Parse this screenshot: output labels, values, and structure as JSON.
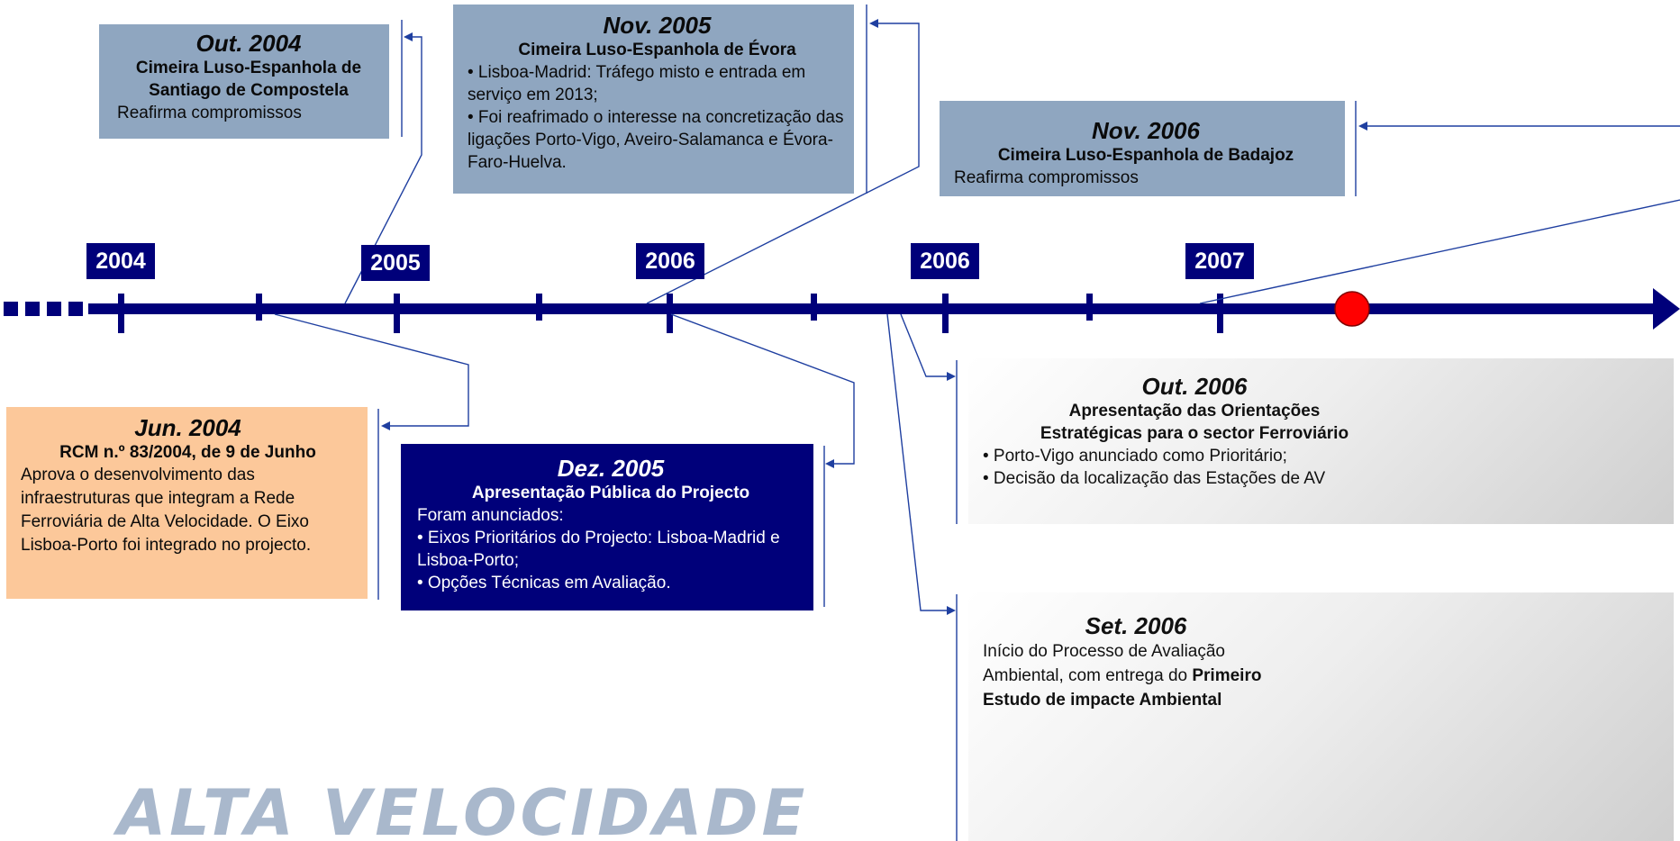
{
  "timeline": {
    "years": [
      "2004",
      "2005",
      "2006",
      "2006",
      "2007"
    ]
  },
  "events": {
    "oct2004": {
      "date": "Out. 2004",
      "heading": [
        "Cimeira Luso-Espanhola de",
        "Santiago de Compostela"
      ],
      "text": "Reafirma compromissos"
    },
    "nov2005": {
      "date": "Nov. 2005",
      "heading": "Cimeira Luso-Espanhola de Évora",
      "items": [
        "• Lisboa-Madrid: Tráfego misto e entrada em serviço em 2013;",
        "• Foi reafrimado o interesse na concretização das ligações Porto-Vigo, Aveiro-Salamanca e Évora-Faro-Huelva."
      ]
    },
    "nov2006": {
      "date": "Nov. 2006",
      "heading": "Cimeira Luso-Espanhola de Badajoz",
      "text": "Reafirma compromissos"
    },
    "jun2004": {
      "date": "Jun.  2004",
      "heading": "RCM n.º 83/2004, de 9 de Junho",
      "text": "Aprova o desenvolvimento das infraestruturas que integram a Rede Ferroviária de Alta Velocidade. O Eixo Lisboa-Porto foi integrado no projecto."
    },
    "dec2005": {
      "date": "Dez. 2005",
      "heading": "Apresentação Pública do Projecto",
      "text": "Foram anunciados:",
      "items": [
        "• Eixos Prioritários do Projecto: Lisboa-Madrid e Lisboa-Porto;",
        "• Opções Técnicas em Avaliação."
      ]
    },
    "oct2006": {
      "date": "Out. 2006",
      "heading": [
        "Apresentação das Orientações",
        "Estratégicas para o sector Ferroviário"
      ],
      "items": [
        "• Porto-Vigo anunciado como Prioritário;",
        "• Decisão da localização das Estações de AV"
      ]
    },
    "sep2006": {
      "date": "Set. 2006",
      "text_before": "Início do Processo de Avaliação Ambiental, com entrega do ",
      "text_bold": "Primeiro Estudo de impacte Ambiental"
    }
  },
  "logo": {
    "text": "ALTA VELOCIDADE"
  },
  "colors": {
    "navy": "#00007a",
    "blue_grey": "#8fa6c0",
    "orange": "#fcc89a",
    "marker_red": "#ff0000"
  }
}
